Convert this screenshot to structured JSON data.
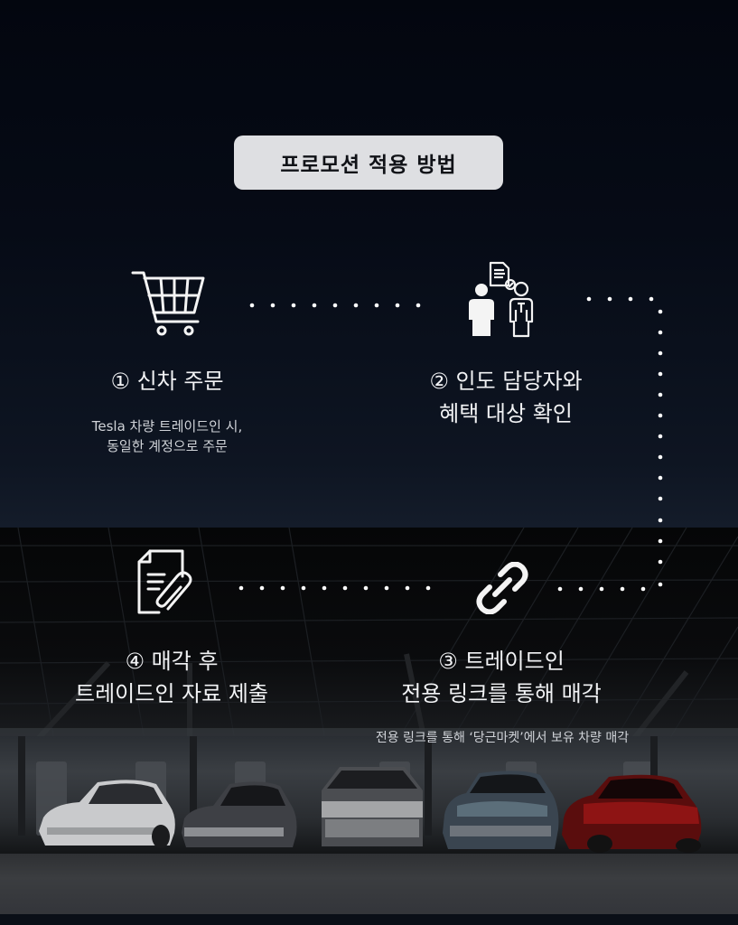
{
  "header": {
    "title": "프로모션 적용 방법"
  },
  "steps": [
    {
      "number": "①",
      "title_line1": "신차 주문",
      "title_line2": "",
      "description_line1": "Tesla 차량 트레이드인 시,",
      "description_line2": "동일한 계정으로 주문",
      "icon": "shopping-cart-icon"
    },
    {
      "number": "②",
      "title_line1": "인도 담당자와",
      "title_line2": "혜택 대상 확인",
      "icon": "people-document-check-icon"
    },
    {
      "number": "③",
      "title_line1": "트레이드인",
      "title_line2": "전용 링크를 통해 매각",
      "description_line1": "전용 링크를 통해 ‘당근마켓’에서 보유 차량 매각",
      "icon": "link-icon"
    },
    {
      "number": "④",
      "title_line1": "매각 후",
      "title_line2": "트레이드인 자료 제출",
      "icon": "document-paperclip-icon"
    }
  ],
  "colors": {
    "background_top": "#03060f",
    "badge_bg": "#dedfe2",
    "badge_text": "#101217",
    "text": "#f2f3f5",
    "dots": "#ffffff",
    "red_car": "#8e1414",
    "blue_car": "#5b6e7a"
  }
}
